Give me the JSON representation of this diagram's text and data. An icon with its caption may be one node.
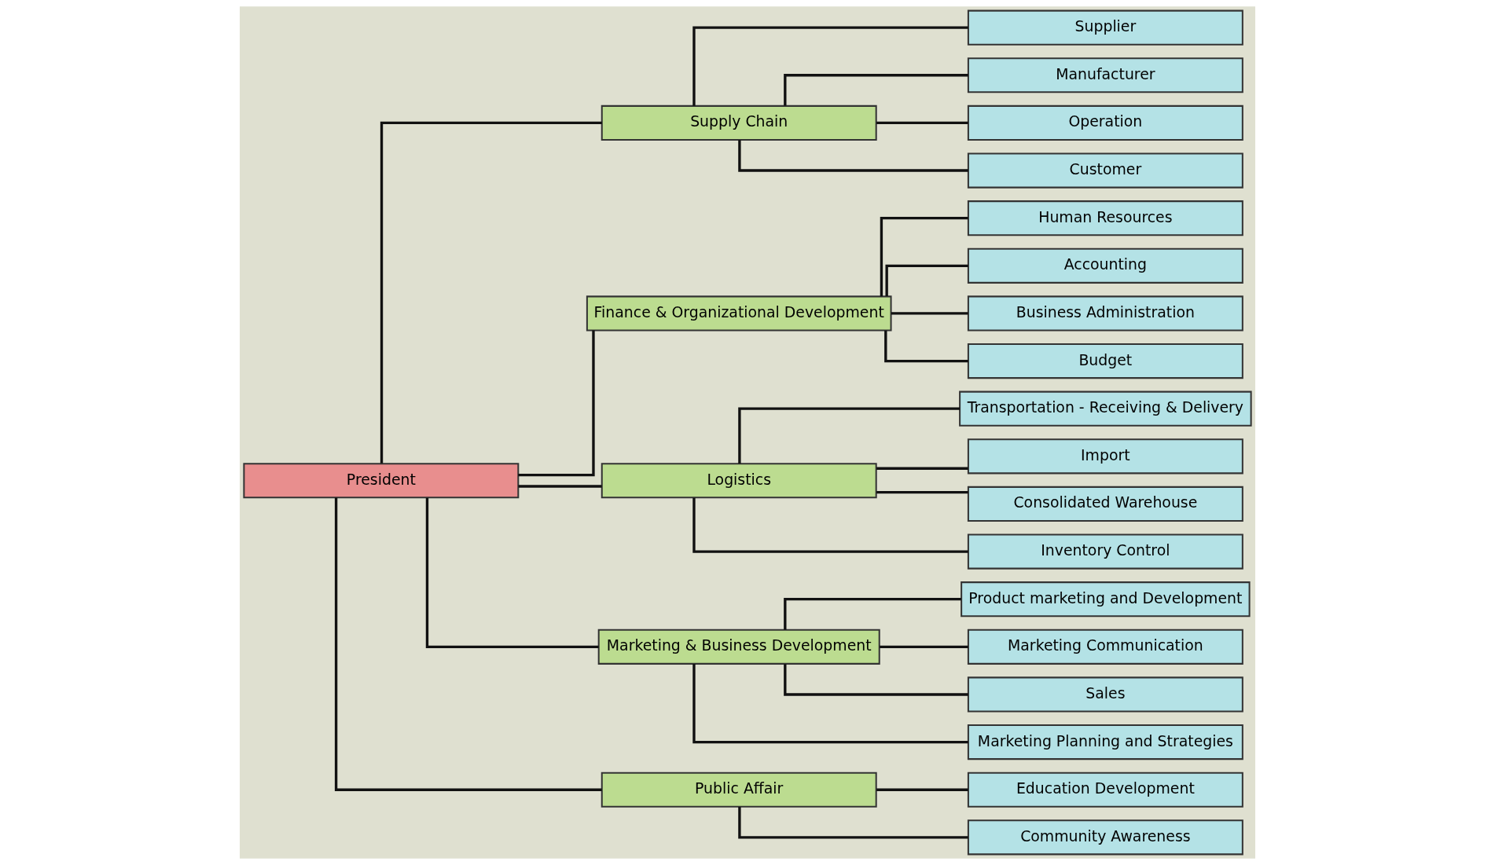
{
  "diagram": {
    "nodes": [
      {
        "text": [
          "President"
        ]
      },
      {
        "text": [
          "Supply Chain"
        ]
      },
      {
        "text": [
          "Supplier"
        ]
      },
      {
        "text": [
          "Manufacturer"
        ]
      },
      {
        "text": [
          "Operation"
        ]
      },
      {
        "text": [
          "Customer"
        ]
      },
      {
        "text": [
          "Finance & Organizational Development"
        ]
      },
      {
        "text": [
          "Human Resources"
        ]
      },
      {
        "text": [
          "Accounting"
        ]
      },
      {
        "text": [
          "Business Administration"
        ]
      },
      {
        "text": [
          "Budget"
        ]
      },
      {
        "text": [
          "Logistics"
        ]
      },
      {
        "text": [
          "Transportation - Receiving & Delivery"
        ]
      },
      {
        "text": [
          "Import"
        ]
      },
      {
        "text": [
          "Consolidated Warehouse"
        ]
      },
      {
        "text": [
          "Inventory Control"
        ]
      },
      {
        "text": [
          "Marketing & Business Development"
        ]
      },
      {
        "text": [
          "Product marketing and Development"
        ]
      },
      {
        "text": [
          "Marketing Communication"
        ]
      },
      {
        "text": [
          "Sales"
        ]
      },
      {
        "text": [
          "Marketing Planning and Strategies"
        ]
      },
      {
        "text": [
          "Public Affair"
        ]
      },
      {
        "text": [
          "Education Development"
        ]
      },
      {
        "text": [
          "Community Awareness"
        ]
      }
    ],
    "edges": [
      {
        "from": 0,
        "to": 1,
        "arrow": "none"
      },
      {
        "from": 0,
        "to": 6,
        "arrow": "none"
      },
      {
        "from": 0,
        "to": 11,
        "arrow": "none"
      },
      {
        "from": 0,
        "to": 16,
        "arrow": "none"
      },
      {
        "from": 0,
        "to": 21,
        "arrow": "none"
      },
      {
        "from": 1,
        "to": 2,
        "arrow": "none"
      },
      {
        "from": 1,
        "to": 3,
        "arrow": "none"
      },
      {
        "from": 1,
        "to": 4,
        "arrow": "none"
      },
      {
        "from": 1,
        "to": 5,
        "arrow": "none"
      },
      {
        "from": 6,
        "to": 7,
        "arrow": "none"
      },
      {
        "from": 6,
        "to": 8,
        "arrow": "none"
      },
      {
        "from": 6,
        "to": 9,
        "arrow": "none"
      },
      {
        "from": 6,
        "to": 10,
        "arrow": "none"
      },
      {
        "from": 11,
        "to": 12,
        "arrow": "none"
      },
      {
        "from": 11,
        "to": 13,
        "arrow": "none"
      },
      {
        "from": 11,
        "to": 14,
        "arrow": "none"
      },
      {
        "from": 11,
        "to": 15,
        "arrow": "none"
      },
      {
        "from": 16,
        "to": 17,
        "arrow": "none"
      },
      {
        "from": 16,
        "to": 18,
        "arrow": "none"
      },
      {
        "from": 16,
        "to": 19,
        "arrow": "none"
      },
      {
        "from": 16,
        "to": 20,
        "arrow": "none"
      },
      {
        "from": 21,
        "to": 22,
        "arrow": "none"
      },
      {
        "from": 21,
        "to": 23,
        "arrow": "none"
      }
    ]
  }
}
